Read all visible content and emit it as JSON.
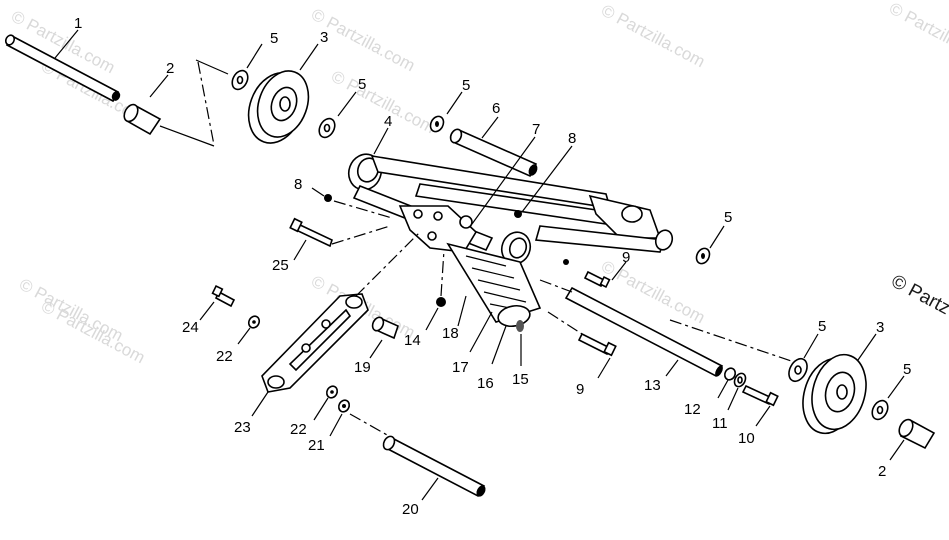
{
  "watermark": {
    "text": "© Partzilla.com",
    "edge_text": "© Partz"
  },
  "callouts": {
    "n1": "1",
    "n2a": "2",
    "n3a": "3",
    "n4": "4",
    "n5a": "5",
    "n5b": "5",
    "n5c": "5",
    "n5d": "5",
    "n5e": "5",
    "n5f": "5",
    "n6": "6",
    "n7": "7",
    "n8a": "8",
    "n8b": "8",
    "n9a": "9",
    "n9b": "9",
    "n10": "10",
    "n11": "11",
    "n12": "12",
    "n13": "13",
    "n14": "14",
    "n15": "15",
    "n16": "16",
    "n17": "17",
    "n18": "18",
    "n19": "19",
    "n20": "20",
    "n21": "21",
    "n22a": "22",
    "n22b": "22",
    "n23": "23",
    "n24": "24",
    "n25": "25",
    "n3b": "3",
    "n2b": "2"
  }
}
